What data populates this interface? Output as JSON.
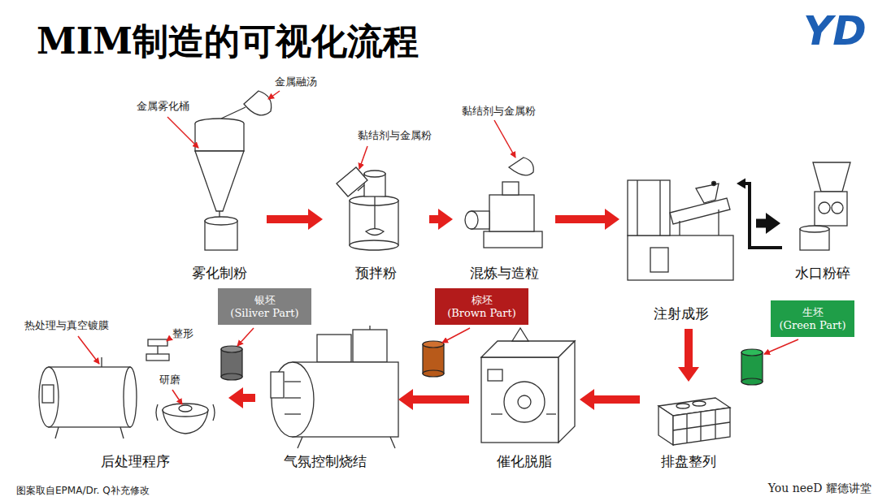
{
  "diagram": {
    "title": "MIM制造的可视化流程",
    "nodes": [
      {
        "text": [
          "雾化制粉"
        ]
      },
      {
        "text": [
          "预拌粉"
        ]
      },
      {
        "text": [
          "混炼与造粒"
        ]
      },
      {
        "text": [
          "注射成形"
        ]
      },
      {
        "text": [
          "水口粉碎"
        ]
      },
      {
        "text": [
          "生坯",
          "(Green Part)"
        ]
      },
      {
        "text": [
          "排盘整列"
        ]
      },
      {
        "text": [
          "催化脱脂"
        ]
      },
      {
        "text": [
          "棕坯",
          "(Brown Part)"
        ]
      },
      {
        "text": [
          "气氛控制烧结"
        ]
      },
      {
        "text": [
          "银坯",
          "(Siliver Part)"
        ]
      },
      {
        "text": [
          "后处理程序"
        ]
      }
    ],
    "edges": [
      {
        "from": 0,
        "to": 1,
        "arrow": "to"
      },
      {
        "from": 1,
        "to": 2,
        "arrow": "to"
      },
      {
        "from": 2,
        "to": 3,
        "arrow": "to"
      },
      {
        "from": 3,
        "to": 4,
        "arrow": "to"
      },
      {
        "from": 4,
        "to": 3,
        "arrow": "to"
      },
      {
        "from": 3,
        "to": 6,
        "arrow": "to"
      },
      {
        "from": 6,
        "to": 7,
        "arrow": "to"
      },
      {
        "from": 7,
        "to": 9,
        "arrow": "to"
      },
      {
        "from": 9,
        "to": 11,
        "arrow": "to"
      }
    ],
    "labels": [
      "YD",
      "金属融汤",
      "金属雾化桶",
      "黏结剂与金属粉",
      "黏结剂与金属粉",
      "热处理与真空镀膜",
      "整形",
      "研磨",
      "图案取自EPMA/Dr. Q补充修改",
      "You neeD 耀德讲堂"
    ]
  }
}
